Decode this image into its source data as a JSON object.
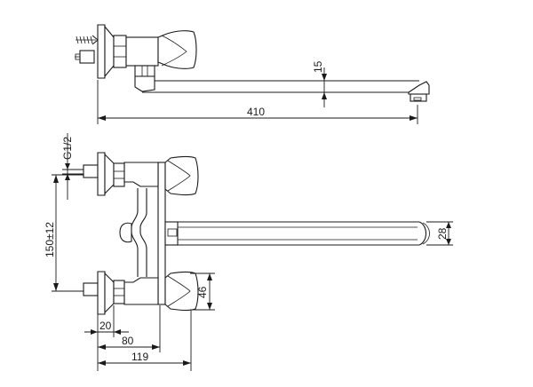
{
  "drawing": {
    "views": [
      "top-view",
      "front-view"
    ],
    "dimensions": {
      "spout_length": "410",
      "spout_thickness": "15",
      "thread": "G1/2",
      "center_distance": "150±12",
      "spout_height": "28",
      "handle_height": "46",
      "dim_20": "20",
      "dim_80": "80",
      "dim_119": "119"
    }
  }
}
